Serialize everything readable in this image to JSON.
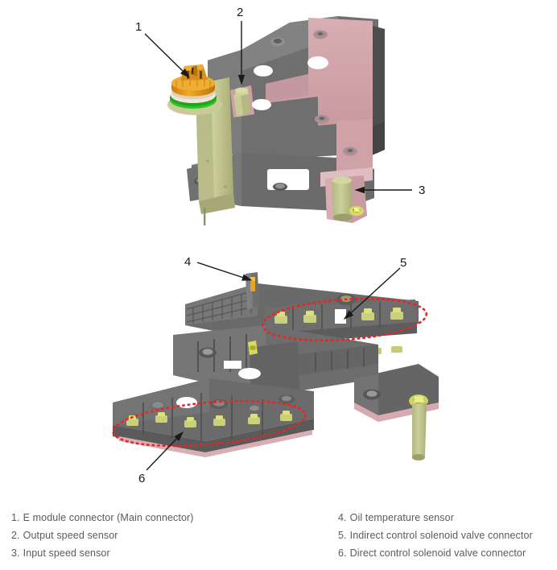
{
  "figure": {
    "title_alt": "Transmission mechatronic module and wiring carrier exploded view",
    "callouts": [
      {
        "id": "1",
        "label": "1",
        "target": "e-module-connector"
      },
      {
        "id": "2",
        "label": "2",
        "target": "output-speed-sensor"
      },
      {
        "id": "3",
        "label": "3",
        "target": "input-speed-sensor"
      },
      {
        "id": "4",
        "label": "4",
        "target": "oil-temperature-sensor"
      },
      {
        "id": "5",
        "label": "5",
        "target": "indirect-control-solenoid-valve-connector"
      },
      {
        "id": "6",
        "label": "6",
        "target": "direct-control-solenoid-valve-connector"
      }
    ],
    "colors": {
      "body_gray": "#7d7d7d",
      "body_gray_dark": "#5c5c5c",
      "body_gray_darker": "#474747",
      "housing_pink": "#cfa2a8",
      "housing_pink_light": "#ddb6ba",
      "plate_olive": "#c2c58f",
      "plate_olive_dark": "#a8ab77",
      "connector_orange": "#e59a1e",
      "seal_green": "#2ec22e",
      "terminal_yellow": "#cdd07a",
      "highlight_red": "#ee2222",
      "leader_black": "#1a1a1a",
      "text_gray": "#5b5b5b"
    }
  },
  "legend": {
    "left": [
      {
        "num": "1.",
        "text": "E module connector (Main connector)"
      },
      {
        "num": "2.",
        "text": "Output speed sensor"
      },
      {
        "num": "3.",
        "text": "Input speed sensor"
      }
    ],
    "right": [
      {
        "num": "4.",
        "text": "Oil temperature sensor"
      },
      {
        "num": "5.",
        "text": "Indirect control solenoid valve connector"
      },
      {
        "num": "6.",
        "text": "Direct control solenoid valve connector"
      }
    ]
  }
}
